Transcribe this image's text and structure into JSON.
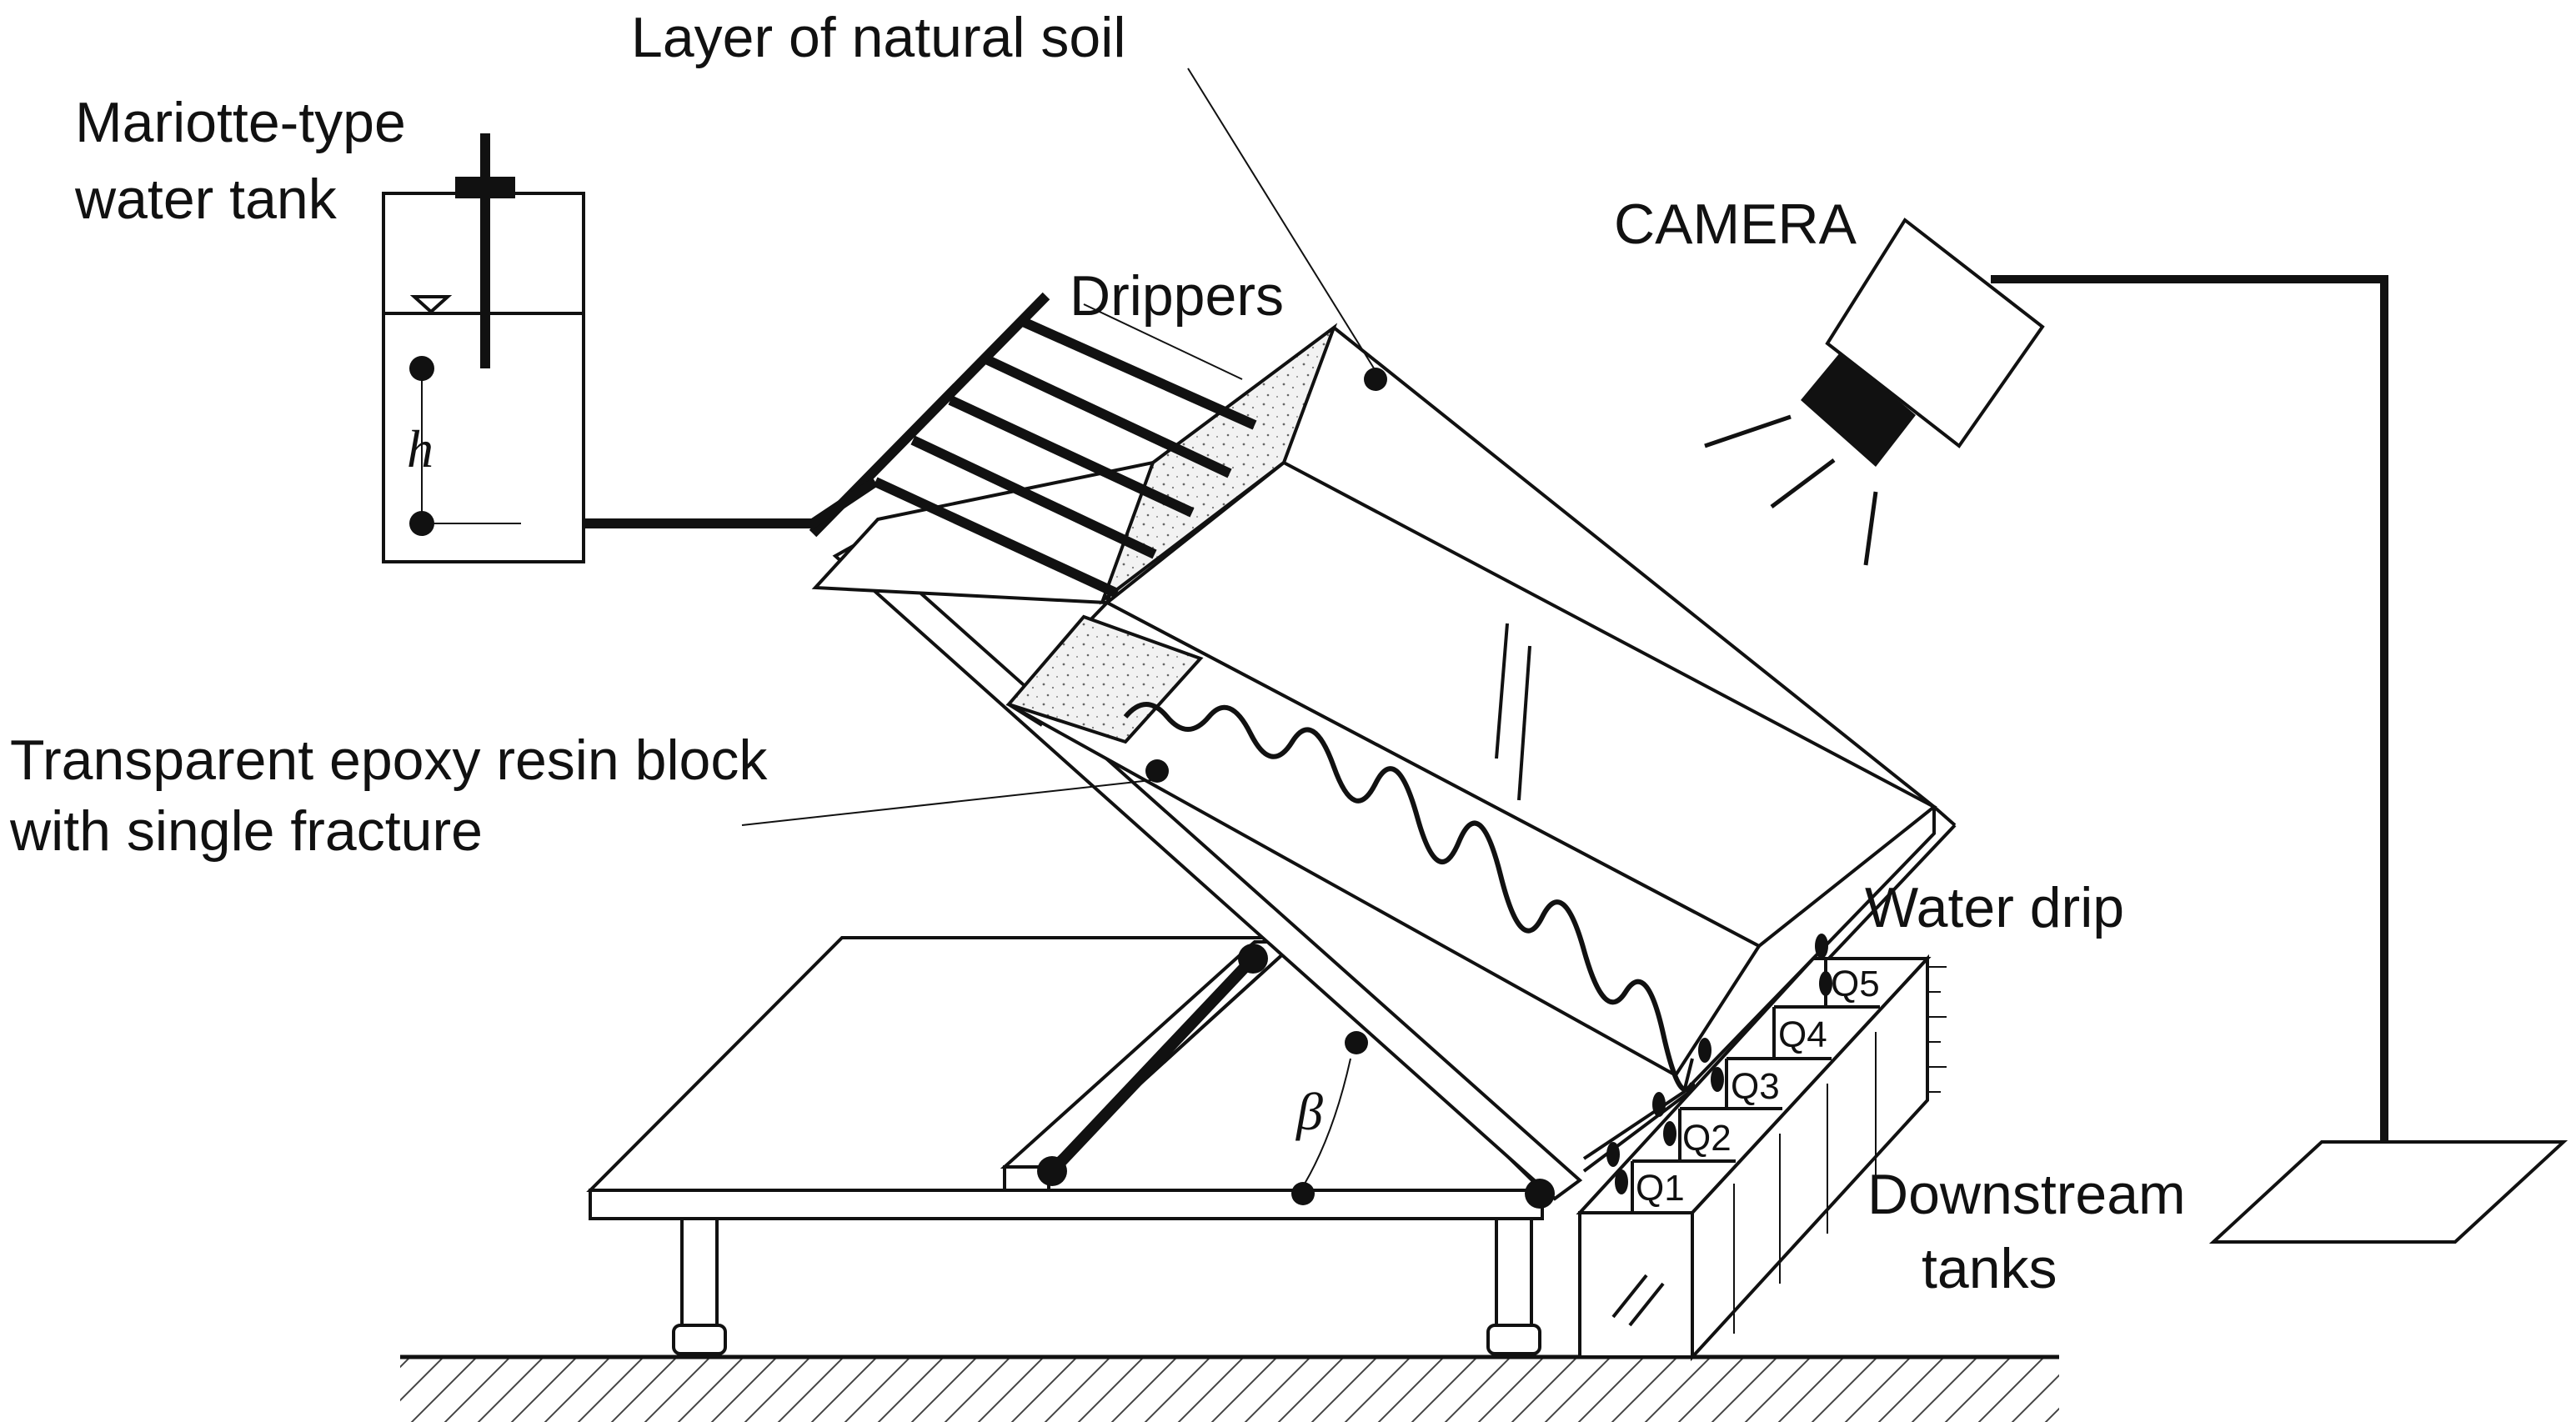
{
  "labels": {
    "mariotte_line1": "Mariotte-type",
    "mariotte_line2": "water tank",
    "soil_layer": "Layer of natural soil",
    "drippers": "Drippers",
    "camera": "CAMERA",
    "epoxy_line1": "Transparent epoxy resin block",
    "epoxy_line2": "with single fracture",
    "water_drip": "Water drip",
    "downstream_line1": "Downstream",
    "downstream_line2": "tanks",
    "head_symbol": "h",
    "angle_symbol": "β"
  },
  "tanks": [
    "Q1",
    "Q2",
    "Q3",
    "Q4",
    "Q5"
  ],
  "colors": {
    "ink": "#111111",
    "paper": "#ffffff",
    "soil": "#eeeeee"
  }
}
